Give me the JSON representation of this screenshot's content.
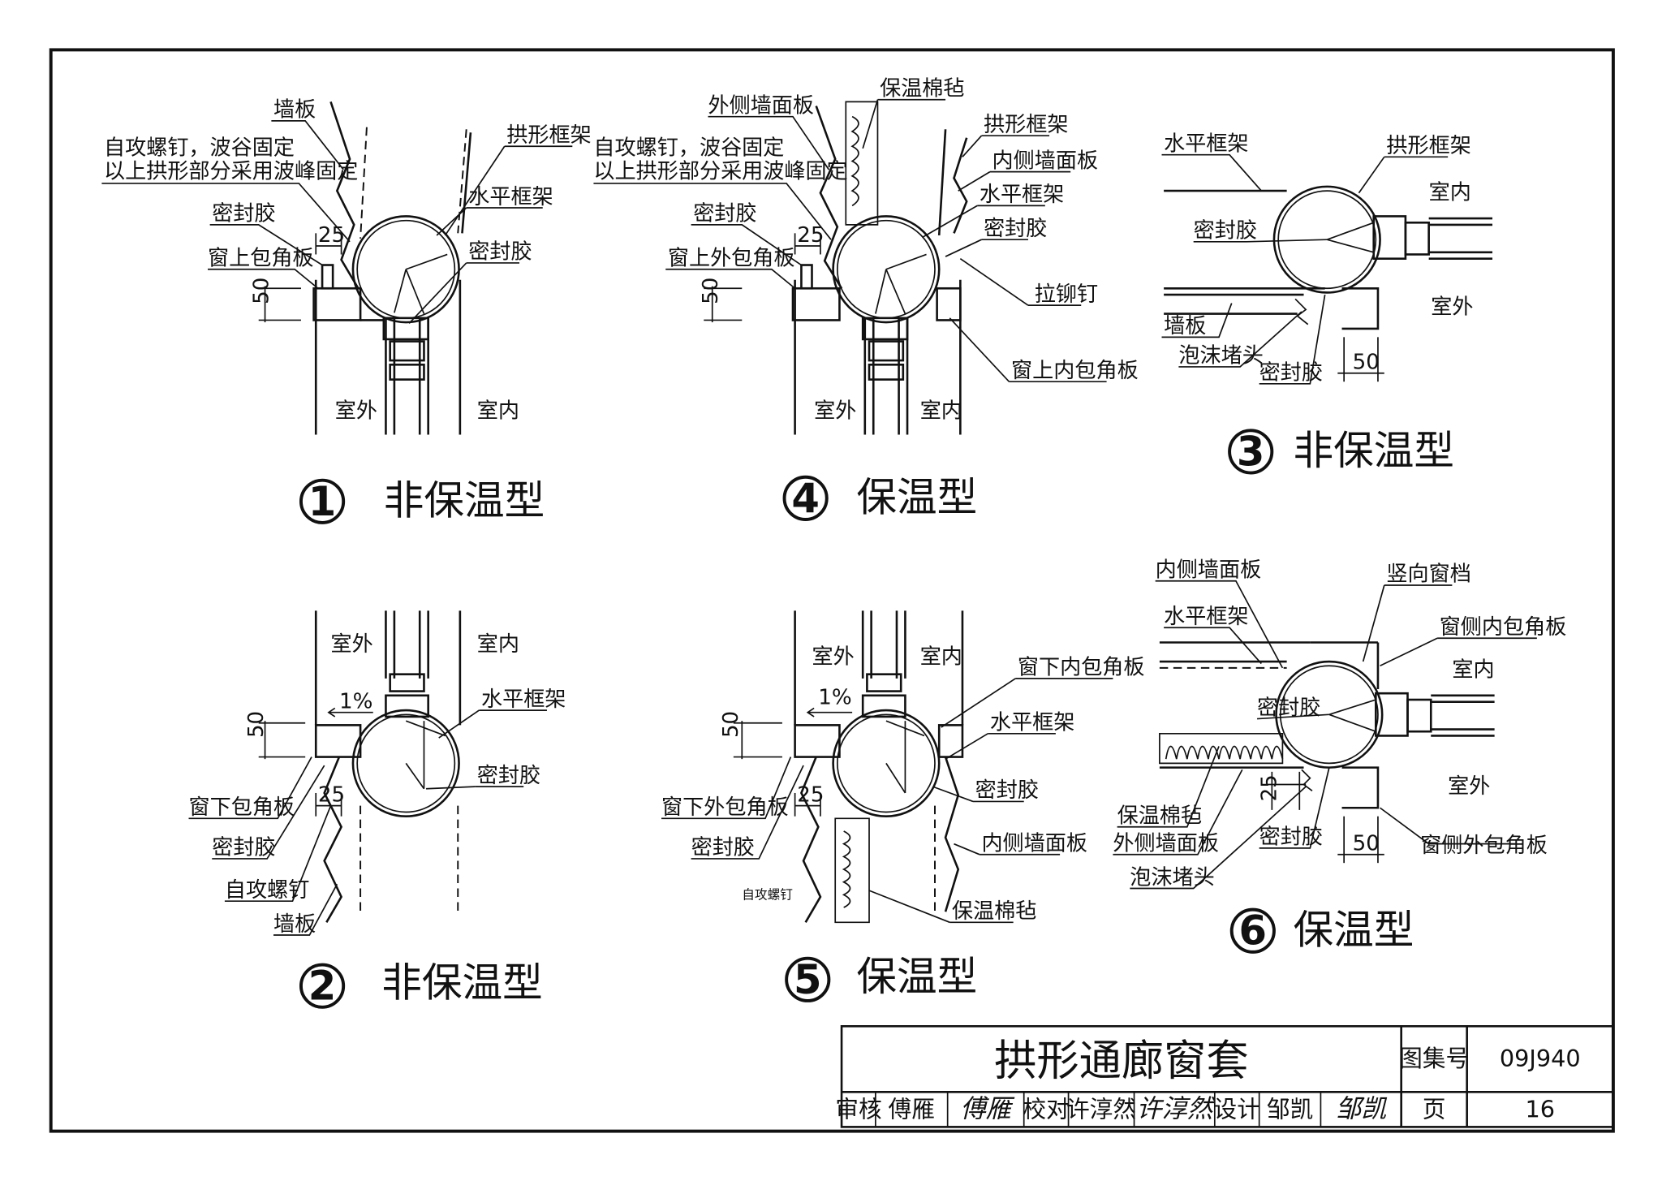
{
  "sheet": {
    "title": "拱形通廊窗套",
    "atlas_label": "图集号",
    "atlas_no": "09J940",
    "page_label": "页",
    "page_no": "16",
    "review_label": "审核",
    "reviewer": "傅雁",
    "reviewer_sig": "傅雁",
    "check_label": "校对",
    "checker": "许淳然",
    "checker_sig": "许淳然",
    "design_label": "设计",
    "designer": "邹凯",
    "designer_sig": "邹凯"
  },
  "details": [
    {
      "no": "1",
      "caption": "非保温型"
    },
    {
      "no": "2",
      "caption": "非保温型"
    },
    {
      "no": "3",
      "caption": "非保温型"
    },
    {
      "no": "4",
      "caption": "保温型"
    },
    {
      "no": "5",
      "caption": "保温型"
    },
    {
      "no": "6",
      "caption": "保温型"
    }
  ],
  "labels": {
    "d1": {
      "wall_panel": "墙板",
      "screw_line1": "自攻螺钉，波谷固定",
      "screw_line2": "以上拱形部分采用波峰固定",
      "arch_frame": "拱形框架",
      "sealant_left": "密封胶",
      "horizontal_frame": "水平框架",
      "top_flashing": "窗上包角板",
      "sealant_right": "密封胶",
      "exterior": "室外",
      "interior": "室内",
      "dim_25": "25",
      "dim_50": "50"
    },
    "d2": {
      "exterior": "室外",
      "interior": "室内",
      "slope": "1%",
      "horizontal_frame": "水平框架",
      "sealant_right": "密封胶",
      "sill_flashing": "窗下包角板",
      "sealant_left": "密封胶",
      "screw": "自攻螺钉",
      "wall_panel": "墙板",
      "dim_25": "25",
      "dim_50": "50"
    },
    "d3": {
      "horizontal_frame": "水平框架",
      "arch_frame": "拱形框架",
      "interior": "室内",
      "sealant": "密封胶",
      "exterior": "室外",
      "wall_panel": "墙板",
      "foam_plug": "泡沫堵头",
      "sealant_bottom": "密封胶",
      "dim_50": "50"
    },
    "d4": {
      "insulation": "保温棉毡",
      "outer_panel": "外侧墙面板",
      "screw_line1": "自攻螺钉，波谷固定",
      "screw_line2": "以上拱形部分采用波峰固定",
      "arch_frame": "拱形框架",
      "inner_panel": "内侧墙面板",
      "horizontal_frame": "水平框架",
      "sealant_left": "密封胶",
      "sealant_right": "密封胶",
      "outer_flashing": "窗上外包角板",
      "rivet": "拉铆钉",
      "inner_flashing": "窗上内包角板",
      "exterior": "室外",
      "interior": "室内",
      "dim_25": "25",
      "dim_50": "50"
    },
    "d5": {
      "exterior": "室外",
      "interior": "室内",
      "slope": "1%",
      "sill_inner_flashing": "窗下内包角板",
      "horizontal_frame": "水平框架",
      "sill_outer_flashing": "窗下外包角板",
      "sealant_left": "密封胶",
      "sealant_right": "密封胶",
      "inner_panel": "内侧墙面板",
      "screw": "自攻螺钉",
      "insulation": "保温棉毡",
      "dim_25": "25",
      "dim_50": "50"
    },
    "d6": {
      "inner_panel": "内侧墙面板",
      "mullion": "竖向窗档",
      "horizontal_frame": "水平框架",
      "jamb_inner_flashing": "窗侧内包角板",
      "interior": "室内",
      "sealant": "密封胶",
      "exterior": "室外",
      "insulation": "保温棉毡",
      "outer_panel": "外侧墙面板",
      "sealant_bottom": "密封胶",
      "jamb_outer_flashing": "窗侧外包角板",
      "foam_plug": "泡沫堵头",
      "dim_25": "25",
      "dim_50": "50"
    }
  }
}
